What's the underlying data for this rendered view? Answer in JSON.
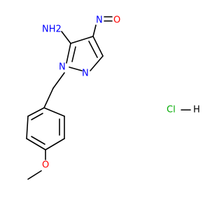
{
  "molecule": {
    "atoms": {
      "amine": "NH2",
      "nitroso_n": "N",
      "nitroso_o": "O",
      "ring_n1": "N",
      "ring_n2": "N",
      "methoxy_o": "O"
    },
    "salt": {
      "cl": "Cl",
      "h": "H"
    }
  },
  "colors": {
    "carbon_bond": "#000000",
    "nitrogen": "#0000ff",
    "oxygen": "#ff0000",
    "chlorine": "#00aa00",
    "hydrogen": "#000000"
  }
}
